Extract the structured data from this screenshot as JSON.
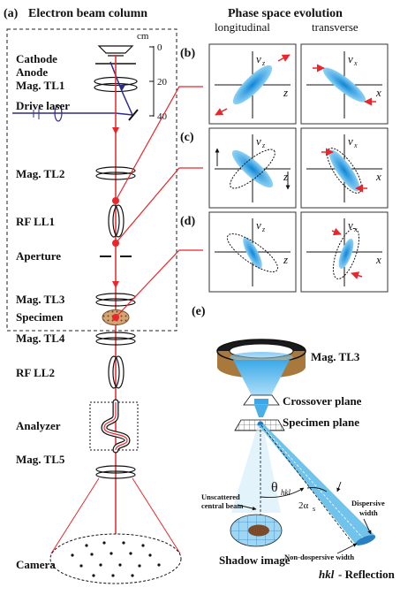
{
  "panels": {
    "a": "(a)",
    "b": "(b)",
    "c": "(c)",
    "d": "(d)",
    "e": "(e)"
  },
  "column": {
    "title": "Electron beam column",
    "unit": "cm",
    "ticks": [
      "0",
      "20",
      "40"
    ],
    "labels": {
      "cathode": "Cathode",
      "anode": "Anode",
      "tl1": "Mag. TL1",
      "laser": "Drive laser",
      "tl2": "Mag. TL2",
      "ll1": "RF LL1",
      "aperture": "Aperture",
      "tl3": "Mag. TL3",
      "specimen": "Specimen",
      "tl4": "Mag. TL4",
      "ll2": "RF LL2",
      "analyzer": "Analyzer",
      "tl5": "Mag. TL5",
      "camera": "Camera"
    }
  },
  "phase": {
    "title": "Phase space evolution",
    "col_long": "longitudinal",
    "col_trans": "transverse",
    "axes": {
      "vz": "v",
      "vz_sub": "z",
      "vx": "v",
      "vx_sub": "x",
      "z": "z",
      "x": "x"
    }
  },
  "detail": {
    "lens": "Mag. TL3",
    "crossover": "Crossover plane",
    "specimen_plane": "Specimen plane",
    "theta": "θ",
    "theta_sub": "hkl",
    "alpha": "2α",
    "alpha_sub": "s",
    "unscattered_1": "Unscattered",
    "unscattered_2": "central beam",
    "dispersive_1": "Dispersive",
    "dispersive_2": "width",
    "nondispersive": "Non-dospersive width",
    "shadow": "Shadow image",
    "reflection_it": "hkl",
    "reflection": " - Reflection"
  },
  "colors": {
    "beam_red": "#e8262b",
    "laser_blue": "#2c2c8c",
    "ellipse_blue": "#2aa3e0",
    "specimen_brown": "#b07a4a",
    "lens_gold": "#a8783c"
  }
}
